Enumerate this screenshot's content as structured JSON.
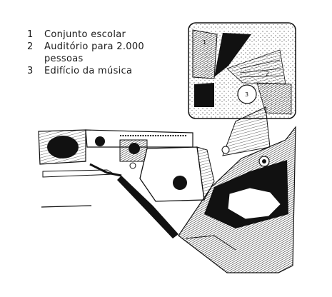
{
  "legend": {
    "items": [
      {
        "number": "1",
        "label": "Conjunto escolar"
      },
      {
        "number": "2",
        "label": "Auditório para 2.000 pessoas"
      },
      {
        "number": "3",
        "label": "Edifício da música"
      }
    ]
  },
  "plan": {
    "markers": [
      "1",
      "2",
      "3"
    ]
  },
  "colors": {
    "ink": "#111111",
    "paper": "#ffffff"
  }
}
